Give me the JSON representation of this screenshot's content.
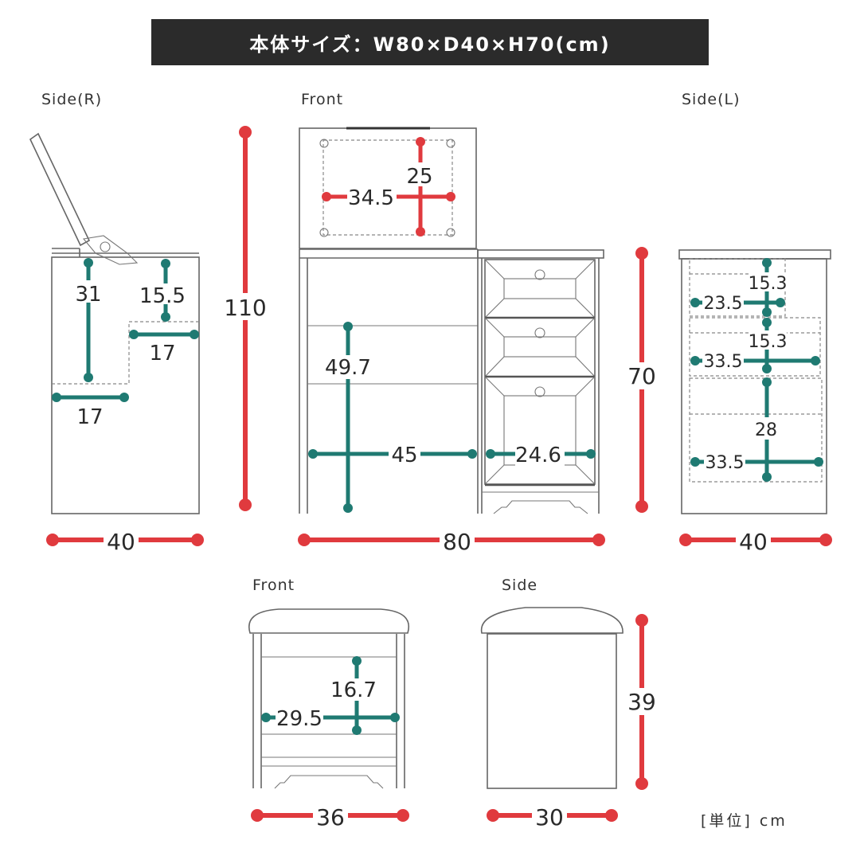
{
  "header": {
    "title": "本体サイズ：W80×D40×H70(cm)"
  },
  "colors": {
    "outer_dimension": "#e03a3e",
    "inner_dimension": "#1f7a72",
    "storage_fill": "#dff0f3",
    "outline": "#555555",
    "title_bg": "#2b2b2b"
  },
  "views": {
    "dresser_side_r": {
      "label": "Side(R)",
      "width": "40",
      "inner": {
        "height_1": "31",
        "height_2": "15.5",
        "depth_upper": "17",
        "depth_lower": "17"
      }
    },
    "dresser_front": {
      "label": "Front",
      "width": "80",
      "total_height": "110",
      "mirror": {
        "width": "34.5",
        "height": "25"
      },
      "inner": {
        "knee_height": "49.7",
        "knee_width": "45",
        "drawer_width": "24.6"
      }
    },
    "dresser_side_l": {
      "label": "Side(L)",
      "width": "40",
      "height": "70",
      "drawers": [
        {
          "height": "15.3",
          "depth": "23.5"
        },
        {
          "height": "15.3",
          "depth": "33.5"
        },
        {
          "height": "28",
          "depth": "33.5"
        }
      ]
    },
    "stool_front": {
      "label": "Front",
      "width": "36",
      "inner": {
        "height": "16.7",
        "width": "29.5"
      }
    },
    "stool_side": {
      "label": "Side",
      "width": "30",
      "height": "39"
    }
  },
  "footer": {
    "unit": "[単位] cm"
  }
}
